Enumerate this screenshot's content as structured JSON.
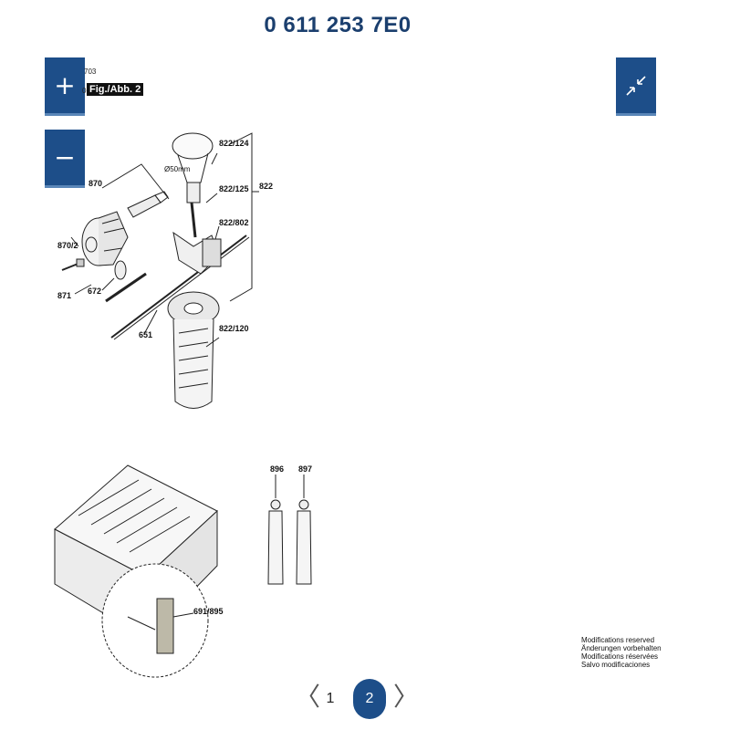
{
  "document": {
    "title": "0 611 253 7E0",
    "figure_label": "Fig./Abb. 2",
    "meta_line1": "703",
    "meta_line2": "0-29"
  },
  "controls": {
    "zoom_in_icon": "plus-icon",
    "zoom_out_icon": "minus-icon",
    "collapse_icon": "collapse-arrows-icon",
    "zoom_in_label": "+",
    "zoom_out_label": "−"
  },
  "parts": {
    "labels": [
      "822/124",
      "822/125",
      "822",
      "822/802",
      "822/120",
      "870",
      "870/2",
      "871",
      "672",
      "651",
      "Ø50mm",
      "896",
      "897",
      "691/895"
    ]
  },
  "notice": {
    "lines": [
      "Modifications reserved",
      "Änderungen vorbehalten",
      "Modifications réservées",
      "Salvo modificaciones"
    ]
  },
  "pagination": {
    "prev": "〈",
    "next": "〉",
    "pages": [
      "1",
      "2"
    ],
    "current": "2"
  },
  "colors": {
    "accent": "#1d4e89",
    "title": "#1b3f6e"
  }
}
